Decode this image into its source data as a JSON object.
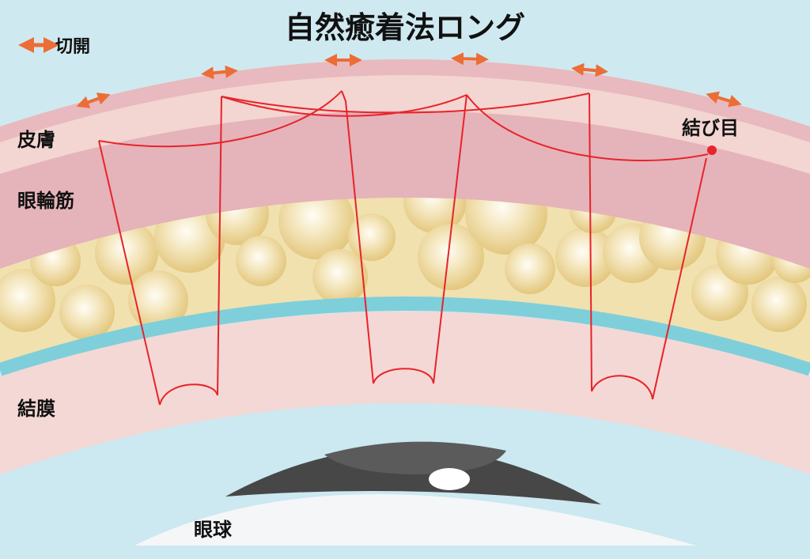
{
  "title": "自然癒着法ロング",
  "legend": {
    "label": "切開",
    "icon": "double-arrow-icon",
    "color": "#ec6d35"
  },
  "layers": {
    "skin": "皮膚",
    "muscle": "眼輪筋",
    "conjunctiva": "結膜",
    "eyeball": "眼球"
  },
  "knot_label": "結び目",
  "colors": {
    "background": "#cfe9f0",
    "skin": "#f3d5d1",
    "skin_band": "#e8b9be",
    "muscle": "#e5b3ba",
    "fat": "#f1e1ae",
    "fat_ball": "#eacd7f",
    "tarsal_line": "#7fcfdb",
    "conjunctiva": "#f4d8d5",
    "eyeball": "#cce8f0",
    "sclera": "#f4f6f8",
    "iris": "#4a4a4a",
    "suture": "#e8232a",
    "incision_arrow": "#ec6d35"
  }
}
